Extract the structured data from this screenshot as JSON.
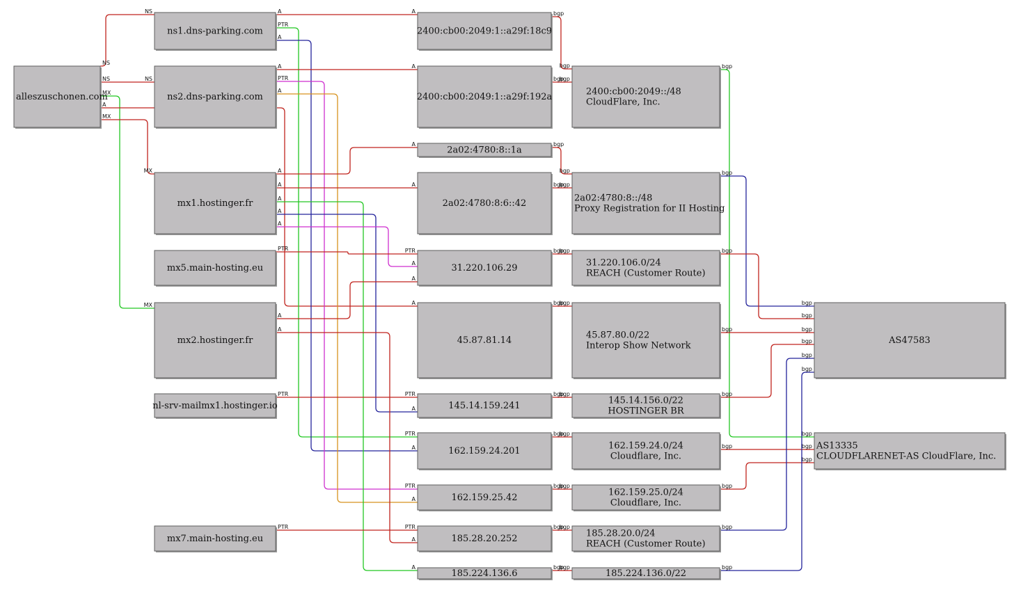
{
  "colors": {
    "red": "#c0231d",
    "green": "#22c722",
    "blue": "#23239b",
    "magenta": "#cf2fcf",
    "orange": "#d7921d"
  },
  "nodes": [
    {
      "id": "domain",
      "lines": [
        "alleszuschonen.com"
      ],
      "align": "left"
    },
    {
      "id": "ns1",
      "lines": [
        "ns1.dns-parking.com"
      ],
      "align": "center"
    },
    {
      "id": "ns2",
      "lines": [
        "ns2.dns-parking.com"
      ],
      "align": "center"
    },
    {
      "id": "mx1",
      "lines": [
        "mx1.hostinger.fr"
      ],
      "align": "center"
    },
    {
      "id": "mx5",
      "lines": [
        "mx5.main-hosting.eu"
      ],
      "align": "center"
    },
    {
      "id": "mx2",
      "lines": [
        "mx2.hostinger.fr"
      ],
      "align": "center"
    },
    {
      "id": "nlsrv",
      "lines": [
        "nl-srv-mailmx1.hostinger.io"
      ],
      "align": "center"
    },
    {
      "id": "mx7",
      "lines": [
        "mx7.main-hosting.eu"
      ],
      "align": "center"
    },
    {
      "id": "ip_cf1",
      "lines": [
        "2400:cb00:2049:1::a29f:18c9"
      ],
      "align": "center"
    },
    {
      "id": "ip_cf2",
      "lines": [
        "2400:cb00:2049:1::a29f:192a"
      ],
      "align": "center"
    },
    {
      "id": "ip_h1",
      "lines": [
        "2a02:4780:8::1a"
      ],
      "align": "center"
    },
    {
      "id": "ip_h2",
      "lines": [
        "2a02:4780:8:6::42"
      ],
      "align": "center"
    },
    {
      "id": "ip_31",
      "lines": [
        "31.220.106.29"
      ],
      "align": "center"
    },
    {
      "id": "ip_45",
      "lines": [
        "45.87.81.14"
      ],
      "align": "center"
    },
    {
      "id": "ip_145",
      "lines": [
        "145.14.159.241"
      ],
      "align": "center"
    },
    {
      "id": "ip_162a",
      "lines": [
        "162.159.24.201"
      ],
      "align": "center"
    },
    {
      "id": "ip_162b",
      "lines": [
        "162.159.25.42"
      ],
      "align": "center"
    },
    {
      "id": "ip_185a",
      "lines": [
        "185.28.20.252"
      ],
      "align": "center"
    },
    {
      "id": "ip_185b",
      "lines": [
        "185.224.136.6"
      ],
      "align": "center"
    },
    {
      "id": "pfx_cf6",
      "lines": [
        "2400:cb00:2049::/48",
        "CloudFlare, Inc."
      ],
      "align": "left"
    },
    {
      "id": "pfx_h6",
      "lines": [
        "2a02:4780:8::/48",
        "Proxy Registration for II Hosting"
      ],
      "align": "left"
    },
    {
      "id": "pfx_31",
      "lines": [
        "31.220.106.0/24",
        "REACH (Customer Route)"
      ],
      "align": "left"
    },
    {
      "id": "pfx_45",
      "lines": [
        "45.87.80.0/22",
        "Interop Show Network"
      ],
      "align": "left"
    },
    {
      "id": "pfx_145",
      "lines": [
        "145.14.156.0/22",
        "HOSTINGER BR"
      ],
      "align": "center"
    },
    {
      "id": "pfx_162a",
      "lines": [
        "162.159.24.0/24",
        "Cloudflare, Inc."
      ],
      "align": "center"
    },
    {
      "id": "pfx_162b",
      "lines": [
        "162.159.25.0/24",
        "Cloudflare, Inc."
      ],
      "align": "center"
    },
    {
      "id": "pfx_185a",
      "lines": [
        "185.28.20.0/24",
        "REACH (Customer Route)"
      ],
      "align": "left"
    },
    {
      "id": "pfx_185b",
      "lines": [
        "185.224.136.0/22"
      ],
      "align": "center"
    },
    {
      "id": "as47583",
      "lines": [
        "AS47583"
      ],
      "align": "center"
    },
    {
      "id": "as13335",
      "lines": [
        "AS13335",
        "CLOUDFLARENET-AS CloudFlare, Inc."
      ],
      "align": "left"
    }
  ],
  "edges": [
    {
      "from": "domain",
      "to": "ns1",
      "label": "NS",
      "color": "red"
    },
    {
      "from": "domain",
      "to": "ns2",
      "label": "NS",
      "color": "red"
    },
    {
      "from": "domain",
      "to": "mx2",
      "label": "MX",
      "color": "green"
    },
    {
      "from": "domain",
      "to": "ip_45",
      "label": "A",
      "color": "red"
    },
    {
      "from": "domain",
      "to": "mx1",
      "label": "MX",
      "color": "red"
    },
    {
      "from": "ns1",
      "to": "ip_cf1",
      "label": "A",
      "color": "red"
    },
    {
      "from": "ns1",
      "to": "ip_162a",
      "label": "PTR",
      "color": "green"
    },
    {
      "from": "ns1",
      "to": "ip_162a",
      "label": "A",
      "color": "blue"
    },
    {
      "from": "ns2",
      "to": "ip_cf2",
      "label": "A",
      "color": "red"
    },
    {
      "from": "ns2",
      "to": "ip_162b",
      "label": "PTR",
      "color": "magenta"
    },
    {
      "from": "ns2",
      "to": "ip_162b",
      "label": "A",
      "color": "orange"
    },
    {
      "from": "mx1",
      "to": "ip_h1",
      "label": "A",
      "color": "red"
    },
    {
      "from": "mx1",
      "to": "ip_h2",
      "label": "A",
      "color": "red"
    },
    {
      "from": "mx1",
      "to": "ip_185b",
      "label": "A",
      "color": "green"
    },
    {
      "from": "mx1",
      "to": "ip_145",
      "label": "A",
      "color": "blue"
    },
    {
      "from": "mx1",
      "to": "ip_31",
      "label": "A",
      "color": "magenta"
    },
    {
      "from": "mx5",
      "to": "ip_31",
      "label": "PTR",
      "color": "red"
    },
    {
      "from": "mx2",
      "to": "ip_31",
      "label": "A",
      "color": "red"
    },
    {
      "from": "mx2",
      "to": "ip_185a",
      "label": "A",
      "color": "red"
    },
    {
      "from": "nlsrv",
      "to": "ip_145",
      "label": "PTR",
      "color": "red"
    },
    {
      "from": "mx7",
      "to": "ip_185a",
      "label": "PTR",
      "color": "red"
    },
    {
      "from": "ip_cf1",
      "to": "pfx_cf6",
      "label": "bgp",
      "color": "red"
    },
    {
      "from": "ip_cf2",
      "to": "pfx_cf6",
      "label": "bgp",
      "color": "red"
    },
    {
      "from": "ip_h1",
      "to": "pfx_h6",
      "label": "bgp",
      "color": "red"
    },
    {
      "from": "ip_h2",
      "to": "pfx_h6",
      "label": "bgp",
      "color": "red"
    },
    {
      "from": "ip_31",
      "to": "pfx_31",
      "label": "bgp",
      "color": "red"
    },
    {
      "from": "ip_45",
      "to": "pfx_45",
      "label": "bgp",
      "color": "red"
    },
    {
      "from": "ip_145",
      "to": "pfx_145",
      "label": "bgp",
      "color": "red"
    },
    {
      "from": "ip_162a",
      "to": "pfx_162a",
      "label": "bgp",
      "color": "red"
    },
    {
      "from": "ip_162b",
      "to": "pfx_162b",
      "label": "bgp",
      "color": "red"
    },
    {
      "from": "ip_185a",
      "to": "pfx_185a",
      "label": "bgp",
      "color": "red"
    },
    {
      "from": "ip_185b",
      "to": "pfx_185b",
      "label": "bgp",
      "color": "red"
    },
    {
      "from": "pfx_cf6",
      "to": "as13335",
      "label": "bgp",
      "color": "green"
    },
    {
      "from": "pfx_h6",
      "to": "as47583",
      "label": "bgp",
      "color": "blue"
    },
    {
      "from": "pfx_31",
      "to": "as47583",
      "label": "bgp",
      "color": "red"
    },
    {
      "from": "pfx_45",
      "to": "as47583",
      "label": "bgp",
      "color": "red"
    },
    {
      "from": "pfx_145",
      "to": "as47583",
      "label": "bgp",
      "color": "red"
    },
    {
      "from": "pfx_162a",
      "to": "as13335",
      "label": "bgp",
      "color": "red"
    },
    {
      "from": "pfx_162b",
      "to": "as13335",
      "label": "bgp",
      "color": "red"
    },
    {
      "from": "pfx_185a",
      "to": "as47583",
      "label": "bgp",
      "color": "blue"
    },
    {
      "from": "pfx_185b",
      "to": "as47583",
      "label": "bgp",
      "color": "blue"
    }
  ]
}
